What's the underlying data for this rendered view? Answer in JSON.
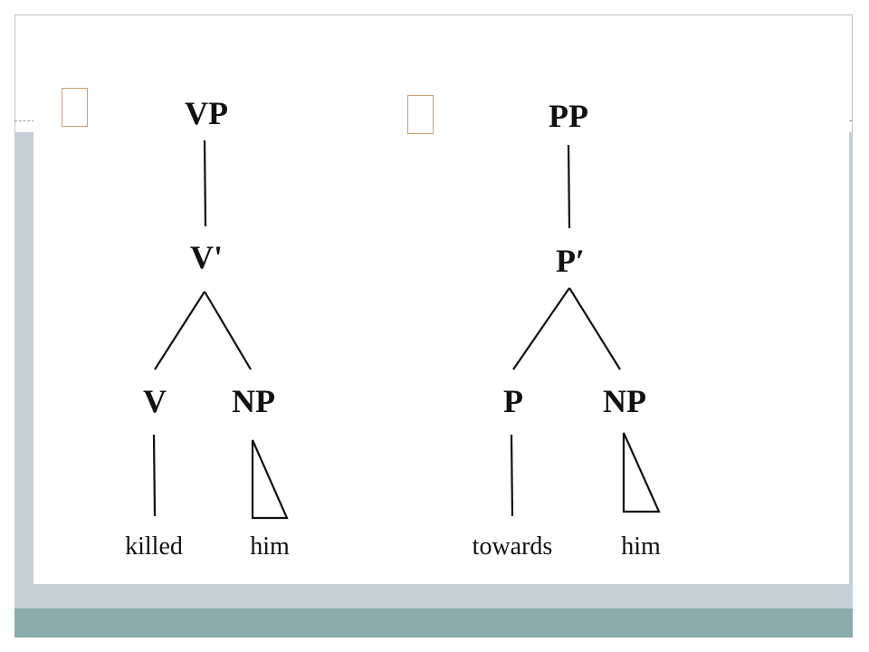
{
  "slide": {
    "bullet_glyph": "",
    "accent_colors": {
      "gray_band": "#c5cfd6",
      "teal_band": "#8aacac",
      "bullet_border": "#c8a26a"
    }
  },
  "trees": [
    {
      "root": "VP",
      "bar": "V'",
      "head": "V",
      "complement": "NP",
      "head_word": "killed",
      "complement_word": "him"
    },
    {
      "root": "PP",
      "bar": "P′",
      "head": "P",
      "complement": "NP",
      "head_word": "towards",
      "complement_word": "him"
    }
  ]
}
